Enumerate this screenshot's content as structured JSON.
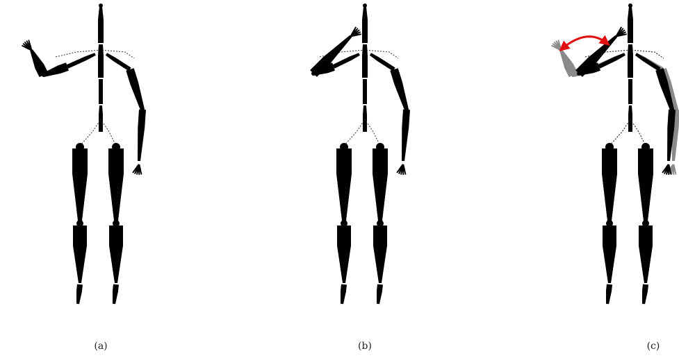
{
  "figure": {
    "panels": [
      {
        "label": "(a)",
        "pose": "left-forearm-raised-outward",
        "ghost": false
      },
      {
        "label": "(b)",
        "pose": "left-forearm-folded-to-head",
        "ghost": false
      },
      {
        "label": "(c)",
        "pose": "overlay-with-rotation-arrow",
        "ghost": true
      }
    ],
    "colors": {
      "limb": "#000000",
      "ghost": "#8a8a8a",
      "arrow": "#e01010",
      "dotted": "#333333"
    }
  }
}
